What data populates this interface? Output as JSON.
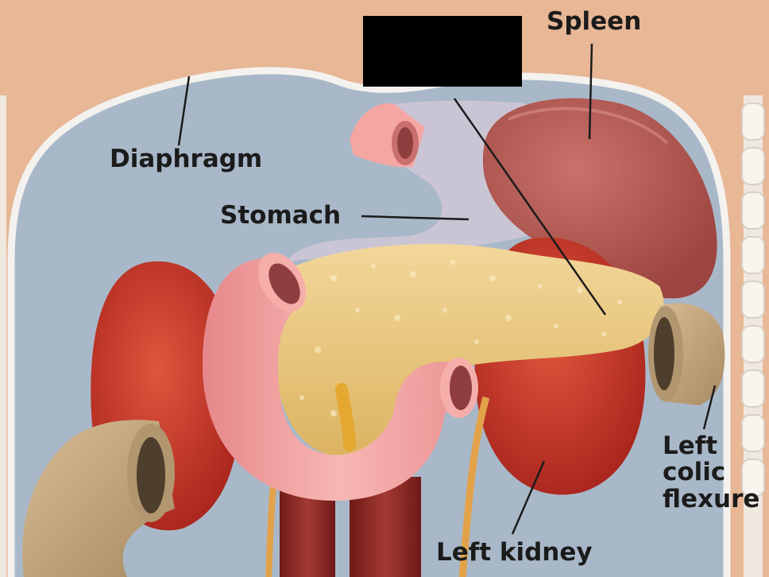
{
  "labels": {
    "spleen": "Spleen",
    "diaphragm": "Diaphragm",
    "stomach": "Stomach",
    "left_colic_flexure": "Left\ncolic\nflexure",
    "left_kidney": "Left kidney"
  },
  "colors": {
    "skin": "#e8b796",
    "cavity": "#a9b8c8",
    "kidney": "#c6372a",
    "spleen": "#b45a55",
    "pancreas": "#e9c47a",
    "duodenum": "#f2a3a3",
    "colon": "#c8aa83"
  }
}
